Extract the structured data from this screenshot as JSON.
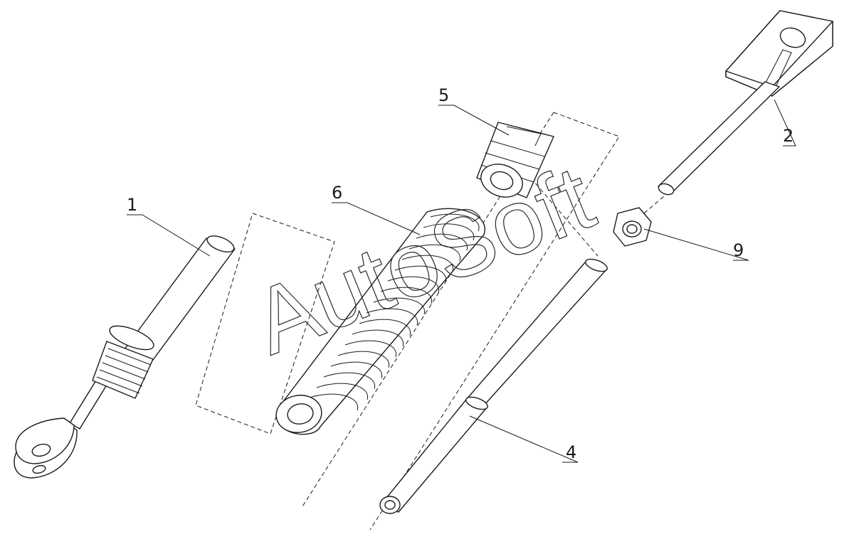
{
  "watermark": "AutoSoft",
  "callouts": {
    "c1": "1",
    "c2": "2",
    "c4": "4",
    "c5": "5",
    "c6": "6",
    "c9": "9"
  }
}
